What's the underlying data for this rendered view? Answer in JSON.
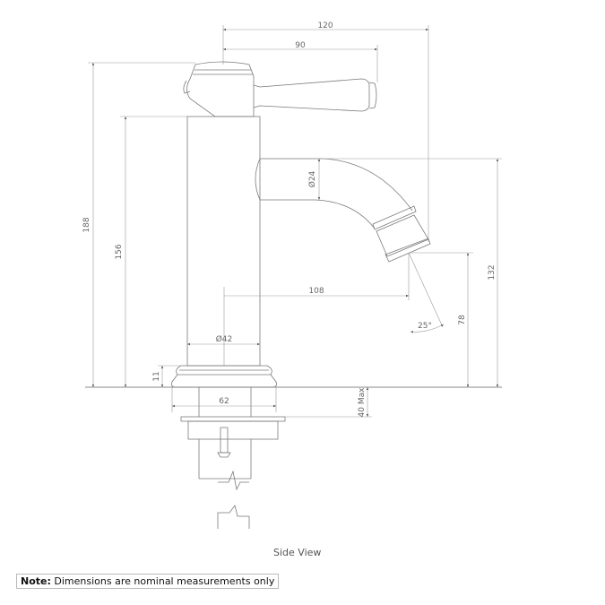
{
  "drawing": {
    "dimensions": {
      "overall_reach": "120",
      "handle_reach": "90",
      "overall_height": "188",
      "body_height": "156",
      "spout_height": "132",
      "outlet_height": "78",
      "outlet_projection": "108",
      "body_diameter": "Ø42",
      "spout_diameter": "Ø24",
      "flange_height": "11",
      "flange_width": "62",
      "mounting_thickness": "40 Max",
      "flow_angle": "25°"
    },
    "caption": "Side View"
  },
  "note": {
    "label": "Note:",
    "text": " Dimensions are nominal measurements only"
  }
}
